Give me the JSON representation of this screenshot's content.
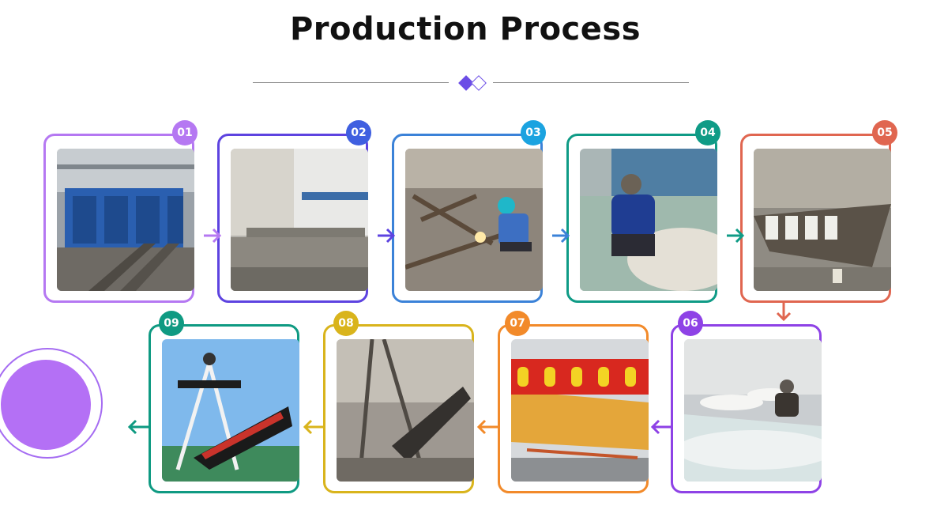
{
  "title": "Production Process",
  "colors": {
    "s01": "#b578f2",
    "s02": "#5d43e0",
    "s03": "#3b82d8",
    "s04": "#0f9b86",
    "s05": "#e06650",
    "s06": "#8e42e6",
    "s07": "#f28a2a",
    "s08": "#d9b41c",
    "s09": "#0f9a82",
    "accent": "#6b4de6"
  },
  "steps": [
    {
      "num": "01",
      "image": "steel-material-storage-rack"
    },
    {
      "num": "02",
      "image": "band-saw-cutting-machine"
    },
    {
      "num": "03",
      "image": "worker-welding-frame"
    },
    {
      "num": "04",
      "image": "worker-sanding-fiberglass"
    },
    {
      "num": "05",
      "image": "boat-hull-frame-assembly"
    },
    {
      "num": "06",
      "image": "fiberglass-molding-workshop"
    },
    {
      "num": "07",
      "image": "painted-red-yellow-boat-seats"
    },
    {
      "num": "08",
      "image": "steel-arm-structure-assembly"
    },
    {
      "num": "09",
      "image": "finished-pirate-ship-ride"
    }
  ]
}
